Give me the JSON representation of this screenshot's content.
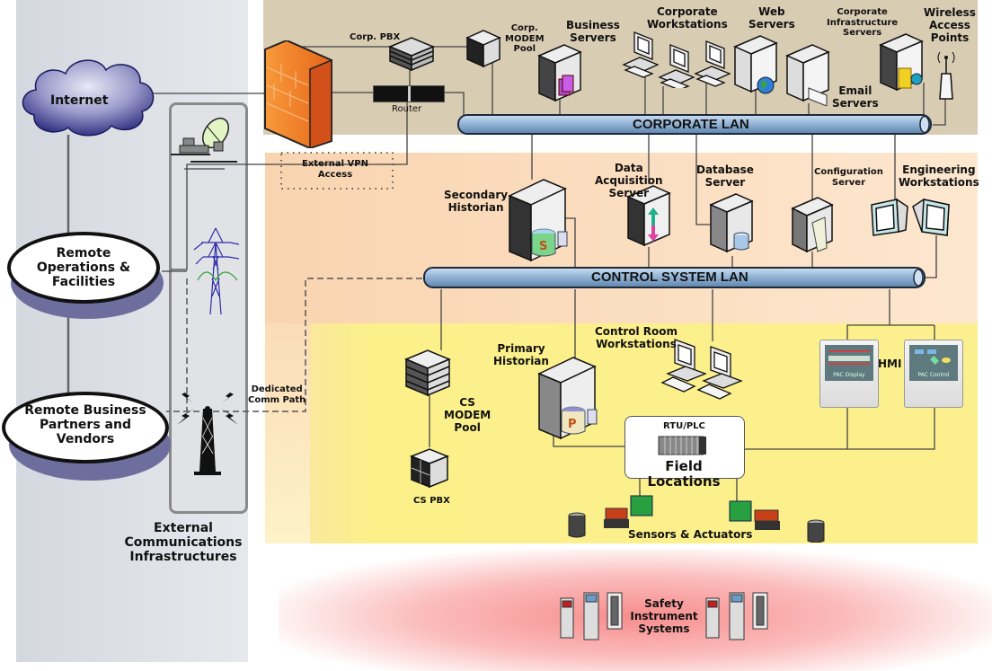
{
  "title": "Industrial Control System Network Architecture",
  "zones": {
    "external": {
      "label": "External Communications\nInfrastructures",
      "color": "#dde0e6"
    },
    "corporate": {
      "color": "#d9cdb4"
    },
    "control_dmz": {
      "color": "#fbd9b8"
    },
    "control_field": {
      "color": "#fbf08c"
    },
    "safety": {
      "color": "#f79a9a"
    }
  },
  "external_entities": {
    "internet": "Internet",
    "remote_operations": "Remote\nOperations &\nFacilities",
    "remote_partners": "Remote Business\nPartners and\nVendors"
  },
  "corporate": {
    "corp_pbx": "Corp. PBX",
    "router": "Router",
    "corp_modem_pool": "Corp.\nMODEM\nPool",
    "business_servers": "Business\nServers",
    "corporate_workstations": "Corporate\nWorkstations",
    "web_servers": "Web\nServers",
    "email_servers": "Email\nServers",
    "corporate_infrastructure_servers": "Corporate\nInfrastructure\nServers",
    "wireless_access_points": "Wireless\nAccess\nPoints",
    "lan": "CORPORATE LAN"
  },
  "control": {
    "external_vpn_access": "External VPN\nAccess",
    "secondary_historian": "Secondary\nHistorian",
    "data_acquisition_server": "Data\nAcquisition\nServer",
    "database_server": "Database\nServer",
    "configuration_server": "Configuration\nServer",
    "engineering_workstations": "Engineering\nWorkstations",
    "lan": "CONTROL SYSTEM LAN",
    "dedicated_comm_path": "Dedicated\nComm Path",
    "cs_modem_pool": "CS\nMODEM\nPool",
    "cs_pbx": "CS PBX",
    "primary_historian": "Primary\nHistorian",
    "control_room_workstations": "Control Room\nWorkstations",
    "hmi": "HMI",
    "hmi_screen_1": "PAC Display",
    "hmi_screen_2": "PAC Control",
    "rtu_plc": "RTU/PLC",
    "field_locations": "Field Locations",
    "sensors_actuators": "Sensors & Actuators",
    "historian_secondary_badge": "S",
    "historian_primary_badge": "P"
  },
  "safety": {
    "label": "Safety\nInstrument\nSystems"
  }
}
